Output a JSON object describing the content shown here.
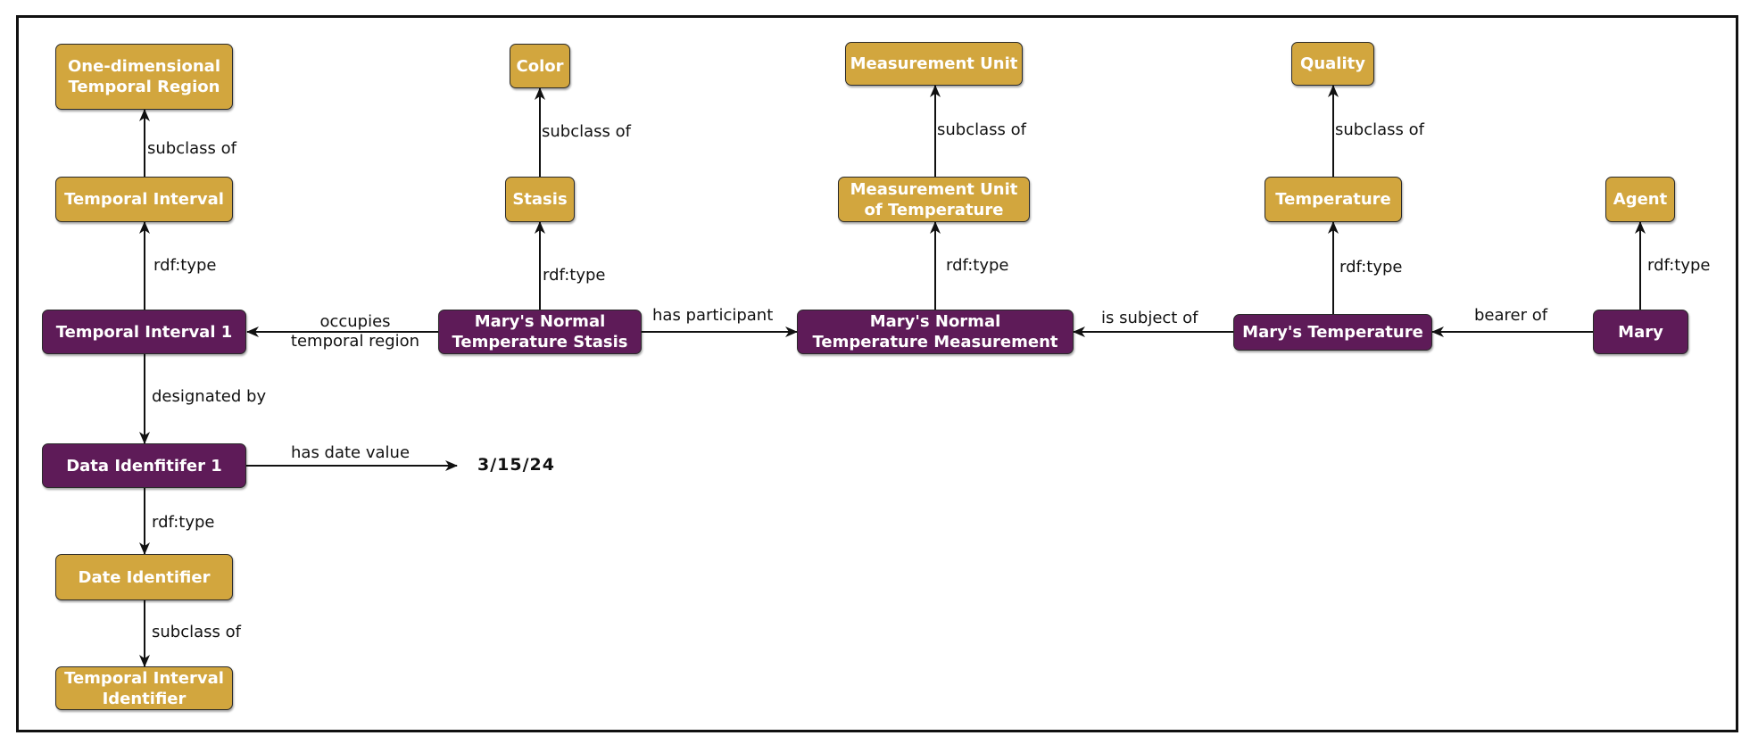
{
  "colors": {
    "class_node": "#d2a63e",
    "individual_node": "#5e1b58",
    "edge": "#111111"
  },
  "nodes": {
    "one_dim_temporal_region": "One-dimensional\nTemporal Region",
    "temporal_interval": "Temporal Interval",
    "temporal_interval_1": "Temporal Interval 1",
    "data_identifier_1": "Data Idenfitifer 1",
    "date_identifier": "Date Identifier",
    "temporal_interval_identifier": "Temporal Interval\nIdentifier",
    "color": "Color",
    "stasis": "Stasis",
    "marys_normal_temperature_stasis": "Mary's Normal\nTemperature Stasis",
    "measurement_unit": "Measurement Unit",
    "measurement_unit_of_temperature": "Measurement Unit\nof Temperature",
    "marys_normal_temperature_measurement": "Mary's Normal\nTemperature Measurement",
    "quality": "Quality",
    "temperature": "Temperature",
    "marys_temperature": "Mary's Temperature",
    "agent": "Agent",
    "mary": "Mary"
  },
  "literal": "3/15/24",
  "edge_labels": {
    "subclass_of_temporal": "subclass of",
    "rdf_type_temporal_interval": "rdf:type",
    "designated_by": "designated by",
    "rdf_type_date_identifier": "rdf:type",
    "subclass_of_date_identifier": "subclass of",
    "has_date_value": "has date value",
    "occupies_temporal_region": "occupies\ntemporal region",
    "subclass_of_color": "subclass of",
    "rdf_type_stasis": "rdf:type",
    "has_participant": "has participant",
    "subclass_of_measurement_unit": "subclass of",
    "rdf_type_measurement_unit": "rdf:type",
    "is_subject_of": "is subject of",
    "subclass_of_quality": "subclass of",
    "rdf_type_temperature": "rdf:type",
    "bearer_of": "bearer of",
    "rdf_type_agent": "rdf:type"
  }
}
